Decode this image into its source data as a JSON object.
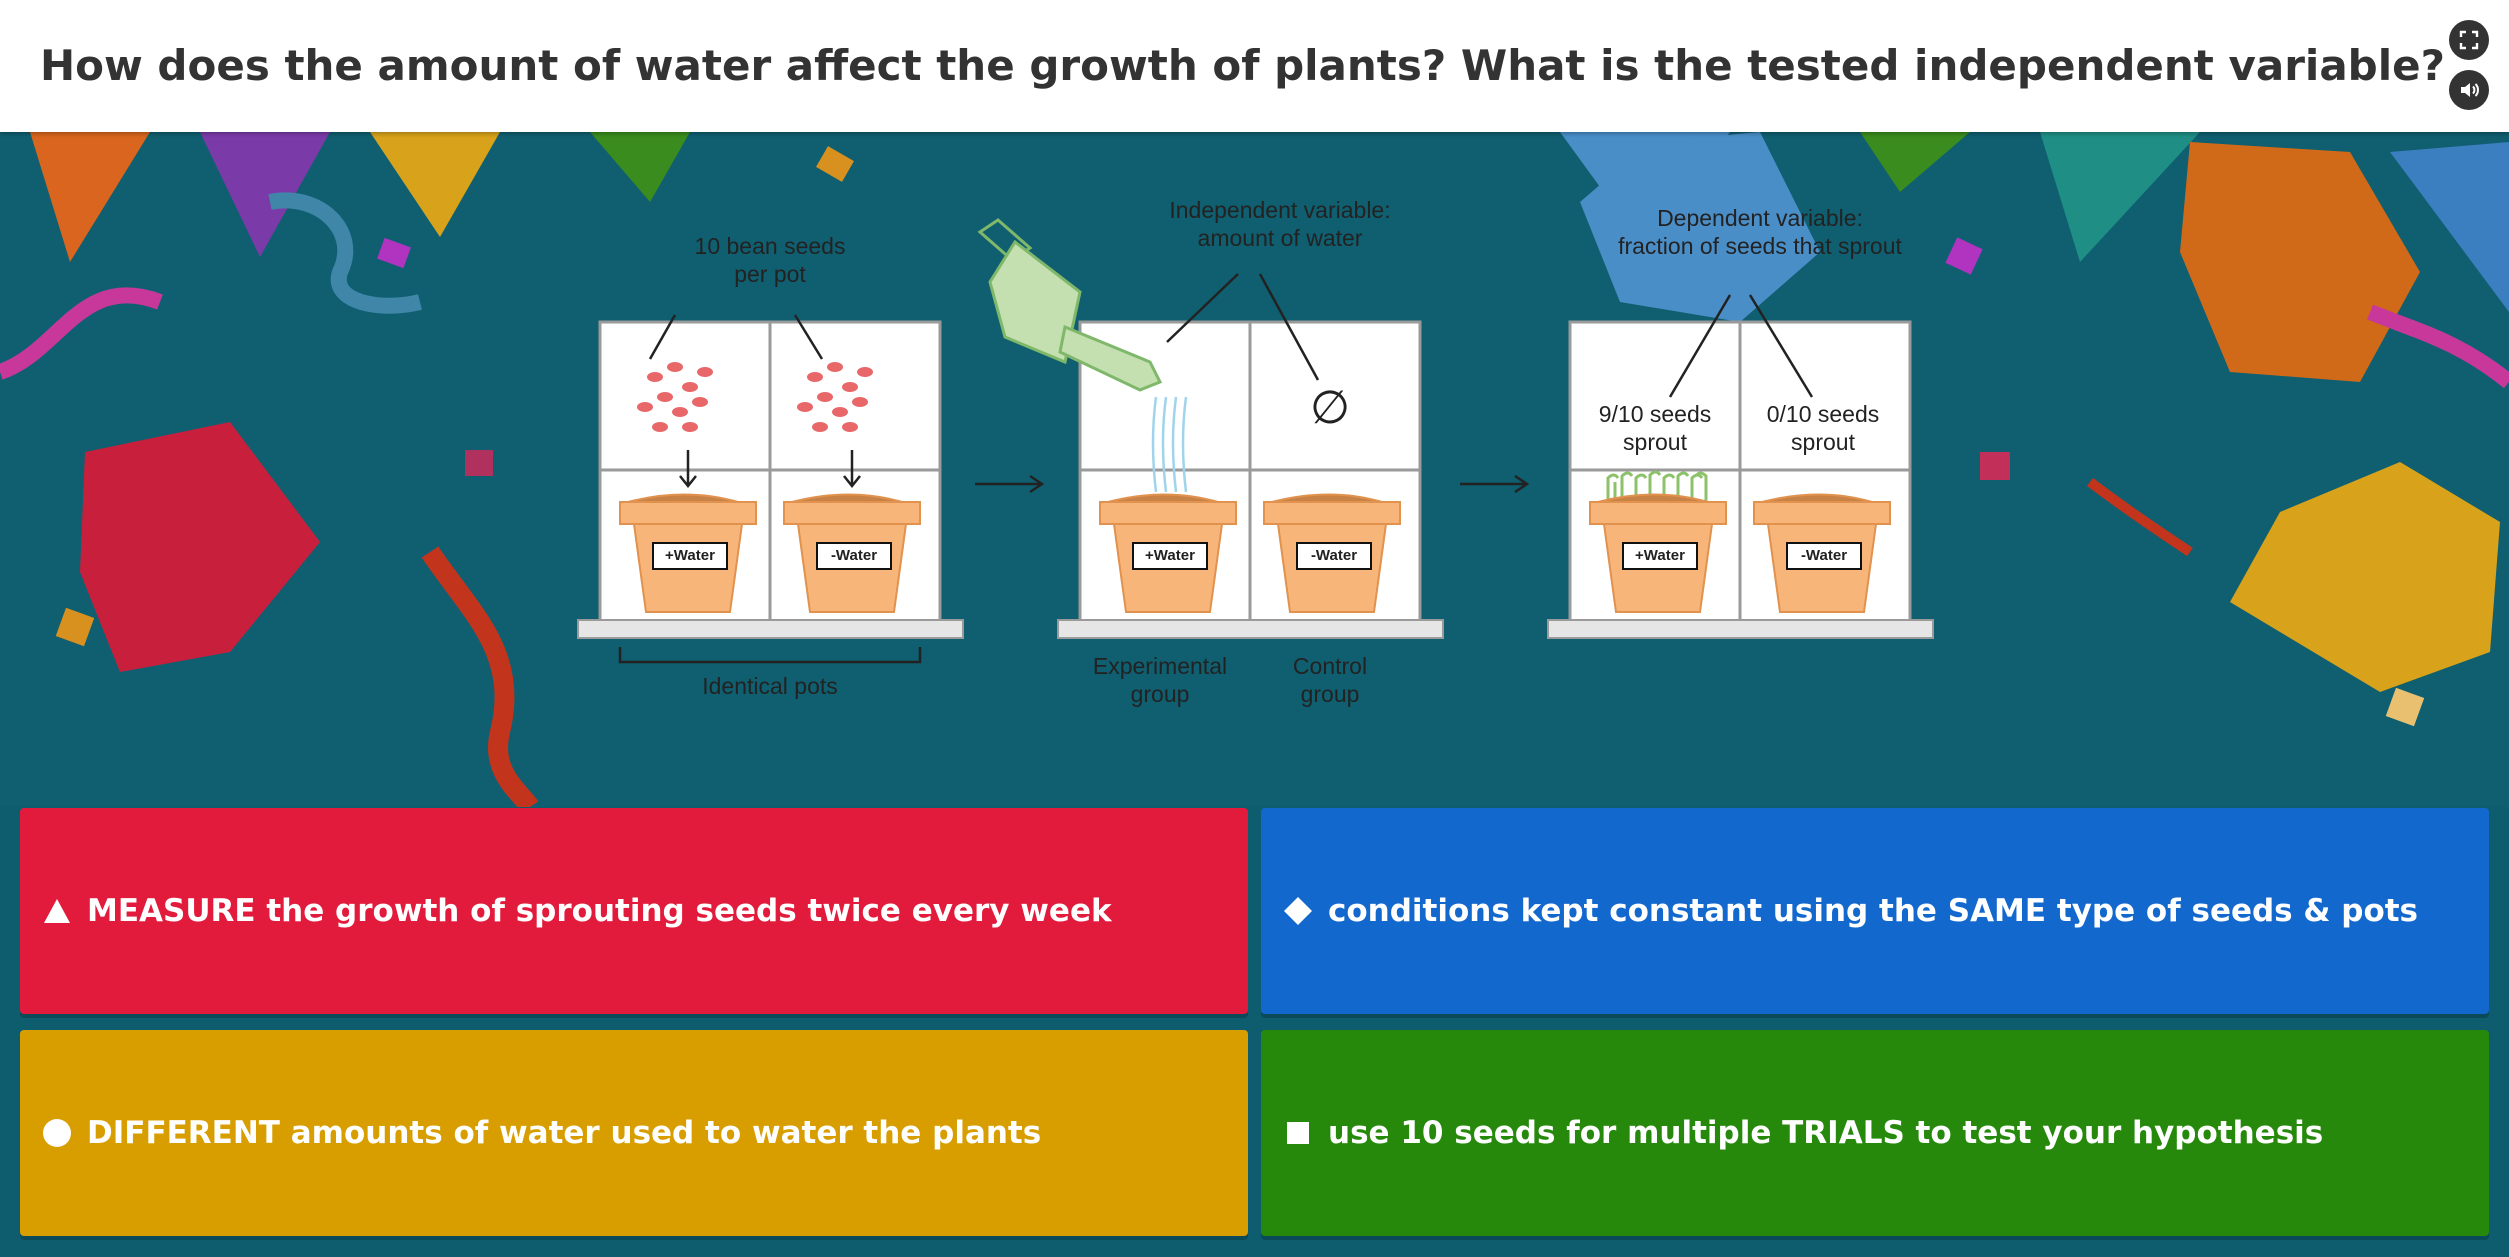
{
  "question": {
    "text": "How does the amount of water affect the growth of plants? What is the tested independent variable?"
  },
  "header_controls": [
    {
      "name": "fullscreen",
      "icon": "fullscreen-icon"
    },
    {
      "name": "sound",
      "icon": "speaker-icon"
    }
  ],
  "diagram": {
    "seeds_label": "10 bean seeds\nper pot",
    "independent_label": "Independent variable:\namount of water",
    "dependent_label": "Dependent variable:\nfraction of seeds that sprout",
    "identical_pots": "Identical pots",
    "experimental_group": "Experimental\ngroup",
    "control_group": "Control\ngroup",
    "result_experimental": "9/10 seeds\nsprout",
    "result_control": "0/10 seeds\nsprout",
    "empty_symbol": "∅",
    "pot_label_water": "+Water",
    "pot_label_no_water": "-Water"
  },
  "answers": [
    {
      "shape": "triangle-icon",
      "color": "#e21b3c",
      "text": "MEASURE the growth of sprouting seeds twice every week"
    },
    {
      "shape": "diamond-icon",
      "color": "#1368ce",
      "text": "conditions kept constant using the SAME type of seeds & pots"
    },
    {
      "shape": "circle-icon",
      "color": "#d89e00",
      "text": "DIFFERENT amounts of water used to water the plants"
    },
    {
      "shape": "square-icon",
      "color": "#26890c",
      "text": "use 10 seeds for multiple TRIALS to test your hypothesis"
    }
  ]
}
